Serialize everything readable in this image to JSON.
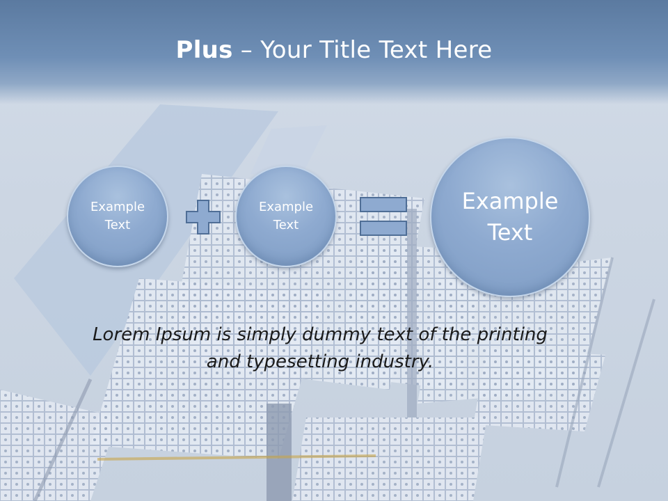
{
  "title": {
    "bold": "Plus",
    "rest": " – Your Title Text Here"
  },
  "circles": [
    {
      "line1": "Example",
      "line2": "Text"
    },
    {
      "line1": "Example",
      "line2": "Text"
    },
    {
      "line1": "Example",
      "line2": "Text"
    }
  ],
  "operators": {
    "plus": "plus-icon",
    "equals": "equals-icon"
  },
  "body": {
    "line1": "Lorem Ipsum is simply dummy text of the printing",
    "line2": "and typesetting industry."
  },
  "colors": {
    "circle": "#8eaad0",
    "title_band": "#5b7aa0",
    "operator": "#8eaad0"
  }
}
